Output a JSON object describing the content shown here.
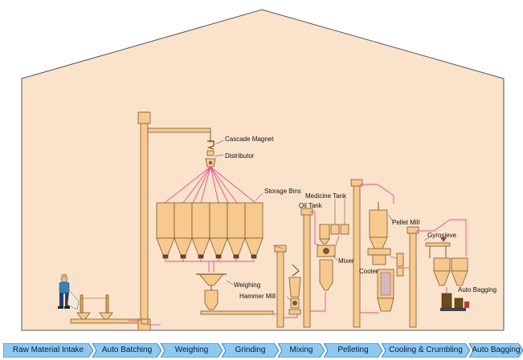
{
  "labels": {
    "cascade_magnet": "Cascade Magnet",
    "distributor": "Distributor",
    "storage_bins": "Storage Bins",
    "medicine_tank": "Medicine Tank",
    "oil_tank": "Oil Tank",
    "pellet_mill": "Pellet Mill",
    "gyrosieve": "Gyrosieve",
    "mixer": "Mixer",
    "cooler": "Cooler",
    "weighing": "Weighing",
    "hammer_mill": "Hammer Mill",
    "auto_bagging": "Auto Bagging"
  },
  "steps": [
    {
      "label": "Raw Material Intake"
    },
    {
      "label": "Auto Batching"
    },
    {
      "label": "Weighing"
    },
    {
      "label": "Grinding"
    },
    {
      "label": "Mixing"
    },
    {
      "label": "Pelleting"
    },
    {
      "label": "Cooling & Crumbling"
    },
    {
      "label": "Auto Bagging"
    }
  ],
  "colors": {
    "building_fill": "#fbe2cb",
    "building_stroke": "#555555",
    "equipment": "#f7c98f",
    "pipe_pink": "#e2508f",
    "step_fill": "#8ec9f0",
    "step_stroke": "#2a6fb5"
  }
}
